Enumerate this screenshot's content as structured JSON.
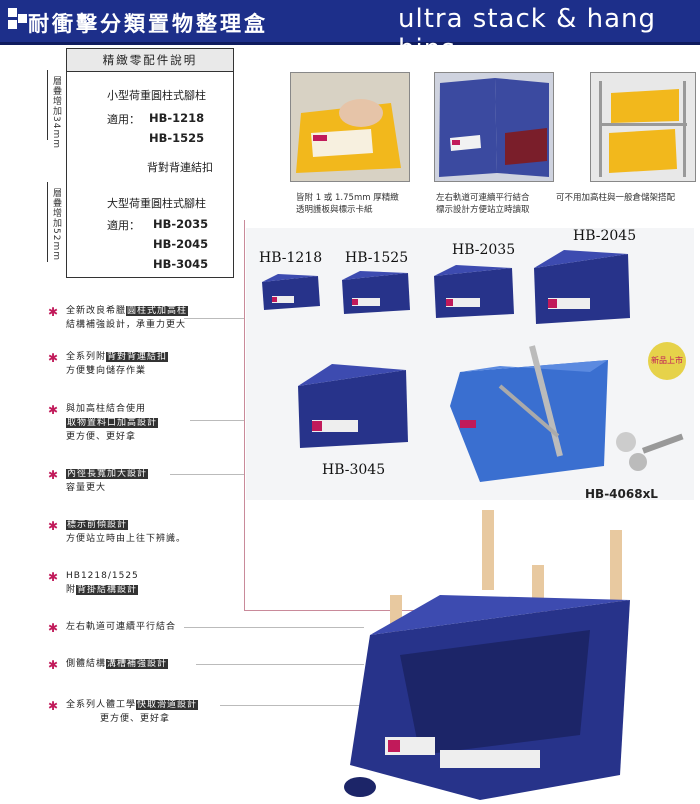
{
  "header": {
    "title_zh": "耐衝擊分類置物整理盒",
    "title_en": "ultra stack & hang bins"
  },
  "parts": {
    "title": "精緻零配件說明",
    "small_pillar": "小型荷重圓柱式腳柱",
    "applies": "適用：",
    "small_codes": [
      "HB-1218",
      "HB-1525"
    ],
    "back_clip": "背對背連結扣",
    "large_pillar": "大型荷重圓柱式腳柱",
    "large_codes": [
      "HB-2035",
      "HB-2045",
      "HB-3045"
    ],
    "side_label_1": "層疊增加34mm",
    "side_label_2": "層疊增加52mm"
  },
  "photos": {
    "cap1": [
      "皆附 1 或 1.75mm 厚精緻",
      "透明護板與標示卡紙"
    ],
    "cap2": [
      "左右軌道可連續平行結合",
      "標示設計方便站立時讀取"
    ],
    "cap3": [
      "可不用加高柱與一般倉儲架搭配"
    ]
  },
  "models": {
    "m1218": "HB-1218",
    "m1525": "HB-1525",
    "m2035": "HB-2035",
    "m2045": "HB-2045",
    "m3045": "HB-3045",
    "m4068": "HB-4068xL",
    "new_badge": "新品上市"
  },
  "features": [
    {
      "lines": [
        [
          "全新改良希臘",
          "圓柱式加高柱"
        ],
        [
          "結構補強設計，承重力更大",
          ""
        ]
      ]
    },
    {
      "lines": [
        [
          "全系列附",
          "背對背連結扣"
        ],
        [
          "方便雙向儲存作業",
          ""
        ]
      ]
    },
    {
      "lines": [
        [
          "與加高柱結合使用",
          ""
        ],
        [
          "",
          "取物置料口加高設計"
        ],
        [
          "更方便、更好拿",
          ""
        ]
      ]
    },
    {
      "lines": [
        [
          "",
          "內徑長寬加大設計"
        ],
        [
          "容量更大",
          ""
        ]
      ]
    },
    {
      "lines": [
        [
          "",
          "標示前傾設計"
        ],
        [
          "方便站立時由上往下辨識。",
          ""
        ]
      ]
    },
    {
      "lines": [
        [
          "HB1218/1525",
          ""
        ],
        [
          "附",
          "背掛結構設計"
        ]
      ]
    },
    {
      "lines": [
        [
          "左右軌道可連續平行結合",
          ""
        ]
      ]
    },
    {
      "lines": [
        [
          "側體結構",
          "溝槽補強設計"
        ]
      ]
    },
    {
      "lines": [
        [
          "全系列人體工學",
          "快取滑道設計"
        ],
        [
          "更方便、更好拿",
          ""
        ]
      ]
    }
  ],
  "colors": {
    "header_bg": "#1d2f8a",
    "bin_blue": "#27338a",
    "bin_yellow": "#f2b81c",
    "accent_red": "#c11a5a"
  }
}
